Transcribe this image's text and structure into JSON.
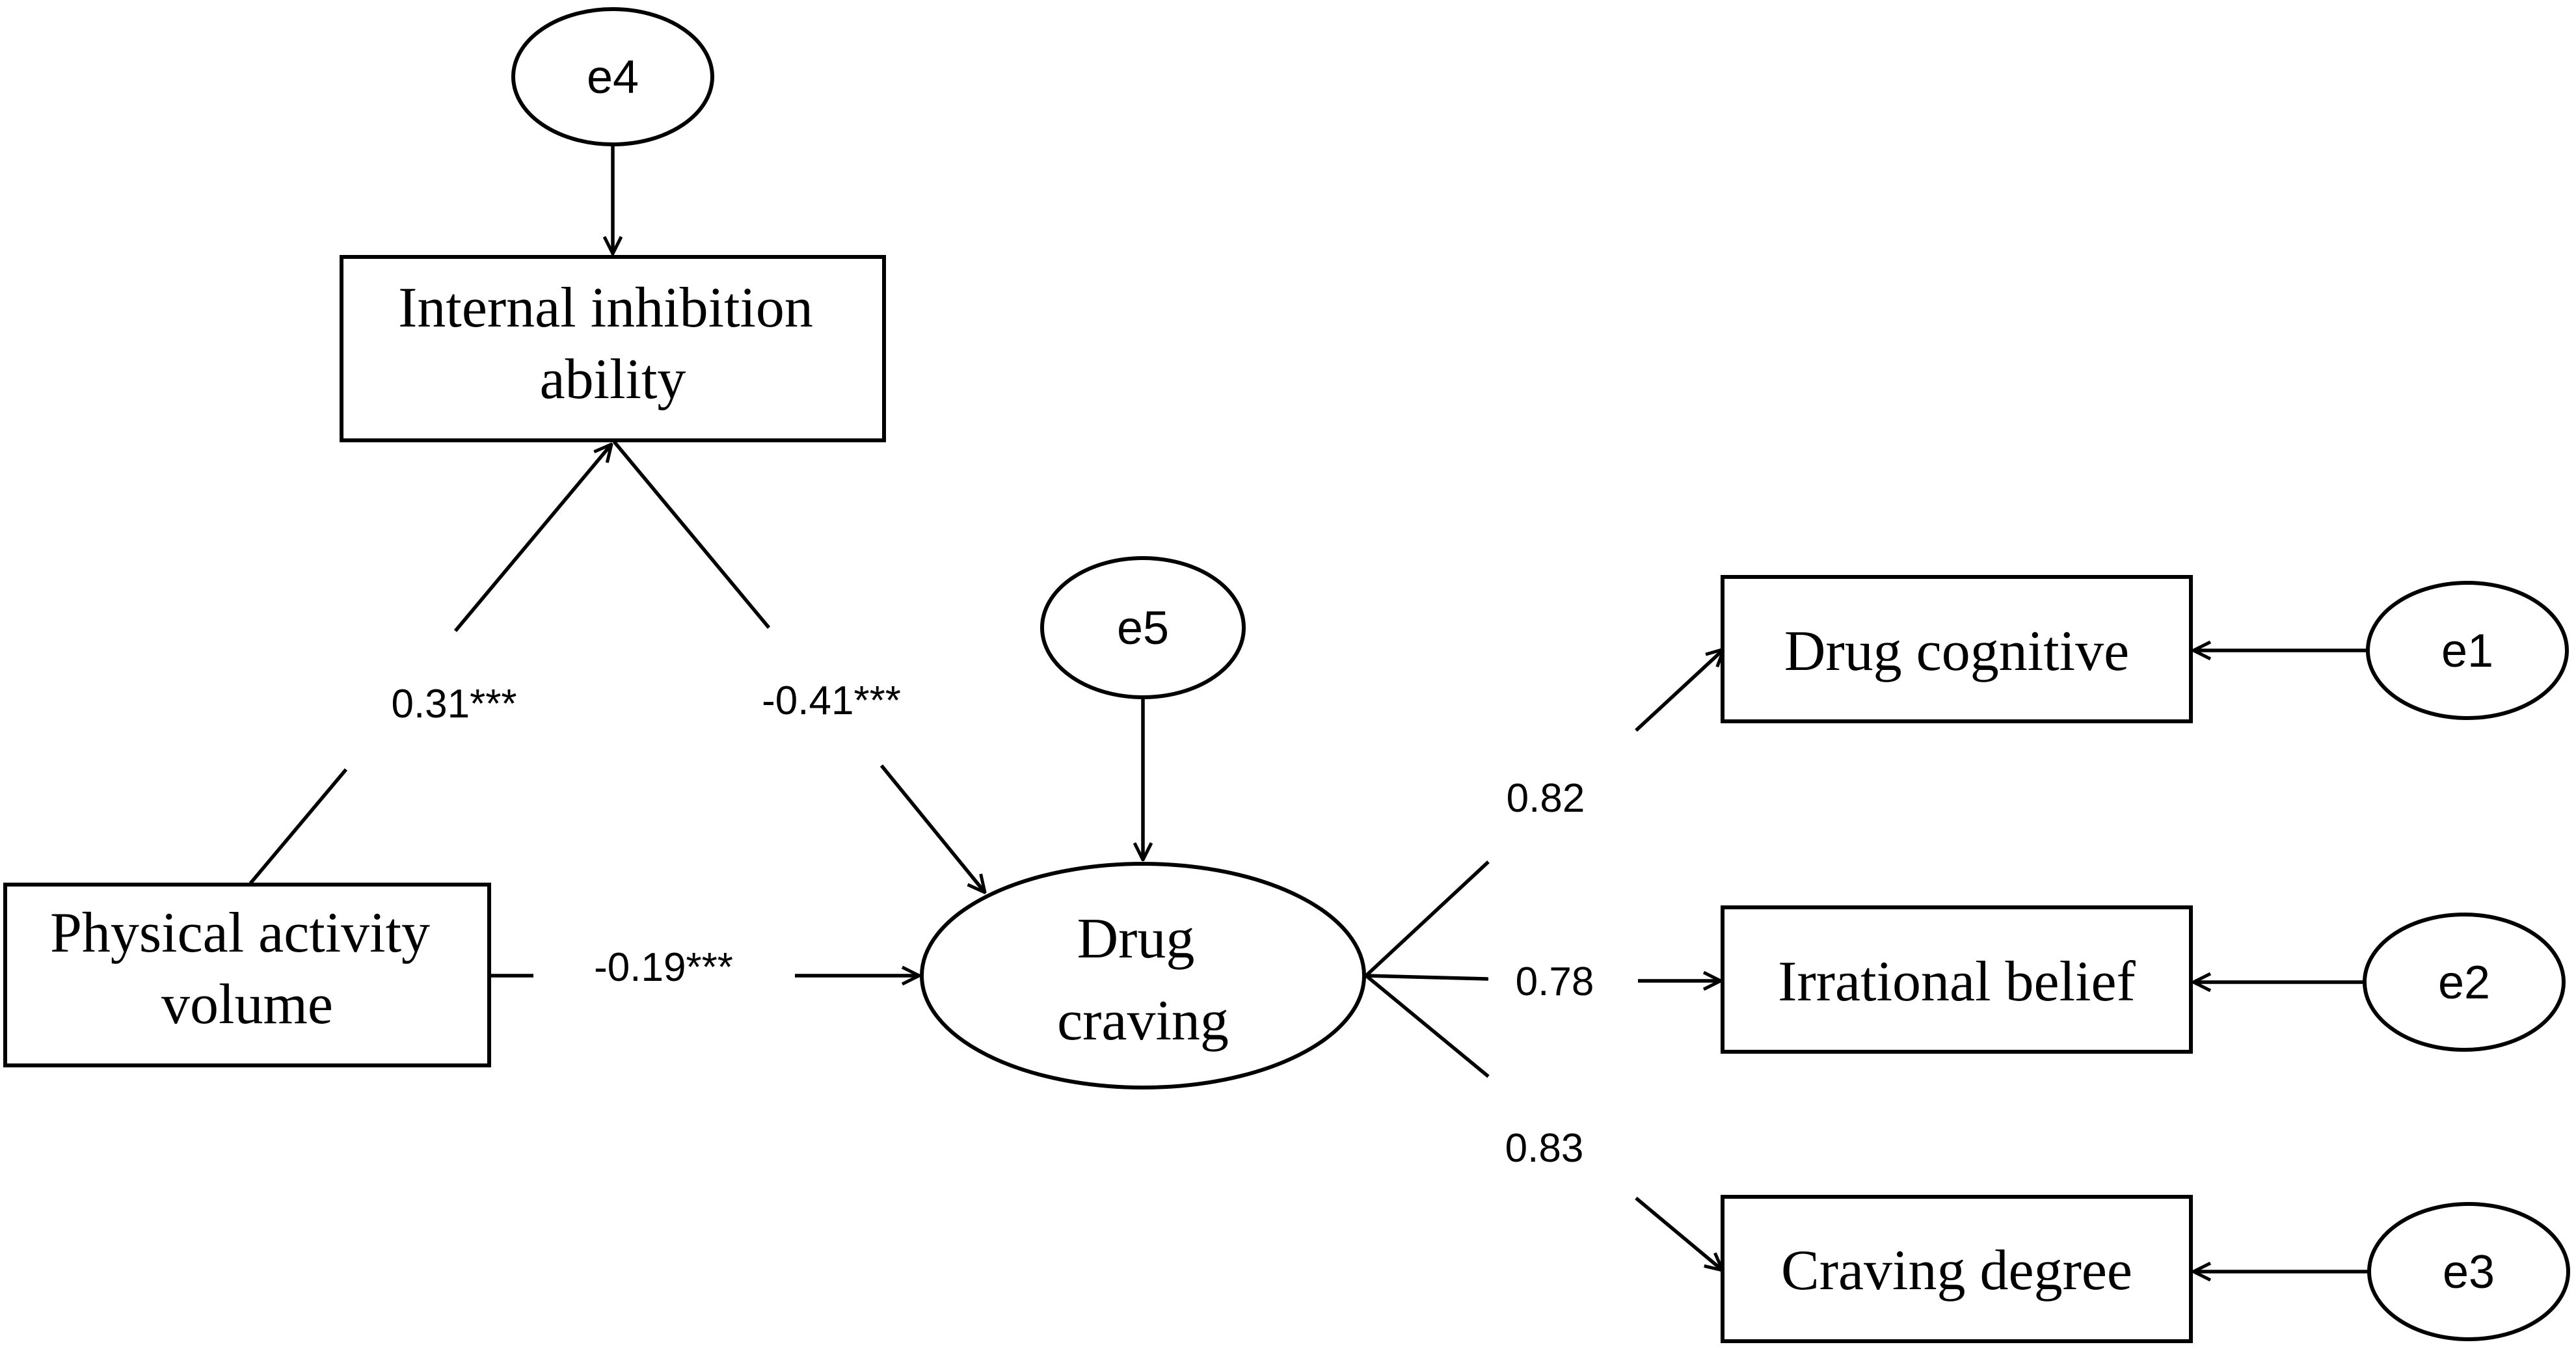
{
  "nodes": {
    "physical_activity": {
      "line1": "Physical activity",
      "line2": "volume"
    },
    "internal_inhibition": {
      "line1": "Internal inhibition",
      "line2": "ability"
    },
    "drug_craving": {
      "line1": "Drug",
      "line2": "craving"
    },
    "drug_cognitive": {
      "label": "Drug cognitive"
    },
    "irrational_belief": {
      "label": "Irrational belief"
    },
    "craving_degree": {
      "label": "Craving degree"
    }
  },
  "errors": {
    "e1": "e1",
    "e2": "e2",
    "e3": "e3",
    "e4": "e4",
    "e5": "e5"
  },
  "coefficients": {
    "pa_to_iia": "0.31***",
    "iia_to_dc": "-0.41***",
    "pa_to_dc": "-0.19***",
    "dc_to_cognitive": "0.82",
    "dc_to_irrational": "0.78",
    "dc_to_degree": "0.83"
  },
  "colors": {
    "stroke": "#000000",
    "background": "#ffffff"
  }
}
